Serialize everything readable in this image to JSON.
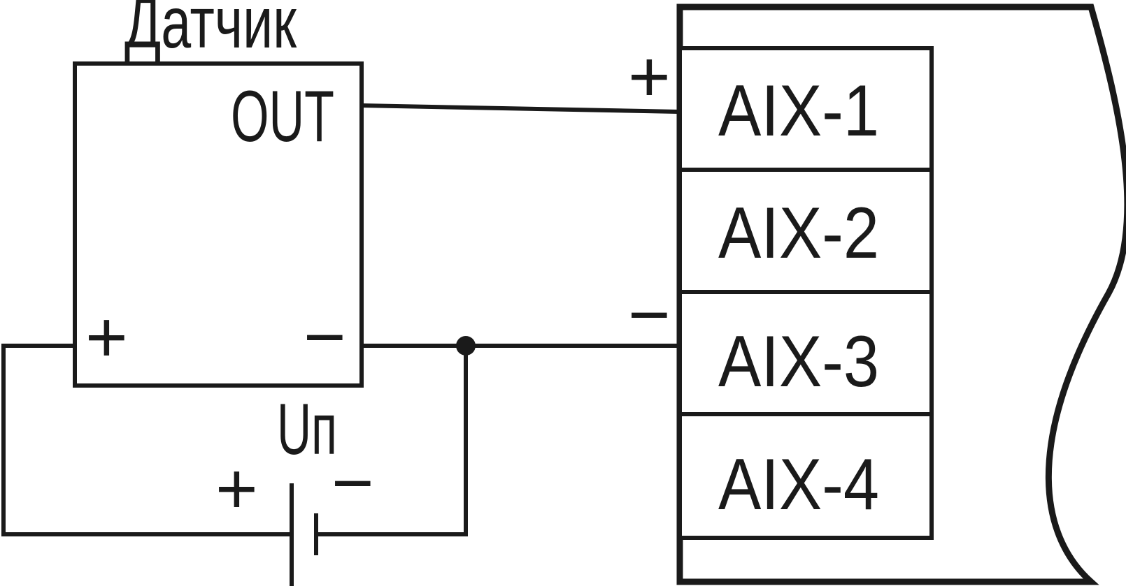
{
  "sensor": {
    "title": "Датчик",
    "out_label": "OUT",
    "plus_label": "+",
    "minus_label": "−"
  },
  "power_supply": {
    "label": "Uп",
    "plus_label": "+",
    "minus_label": "−"
  },
  "module": {
    "plus_label": "+",
    "minus_label": "−",
    "terminals": [
      "AIX-1",
      "AIX-2",
      "AIX-3",
      "AIX-4"
    ]
  }
}
